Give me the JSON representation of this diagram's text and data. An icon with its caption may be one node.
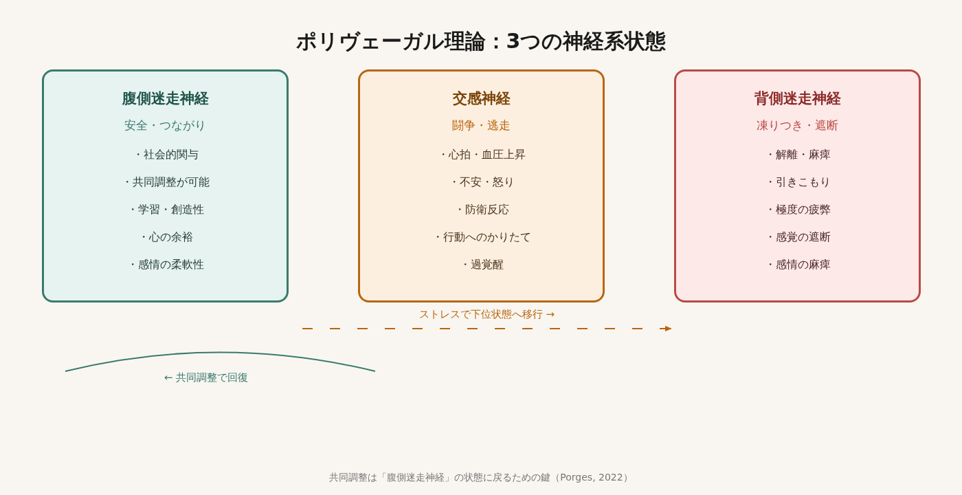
{
  "diagram": {
    "title": "ポリヴェーガル理論：3つの神経系状態",
    "nodes": [
      {
        "text": [
          "腹側迷走神経",
          "安全・つながり",
          "・社会的関与",
          "・共同調整が可能",
          "・学習・創造性",
          "・心の余裕",
          "・感情の柔軟性"
        ]
      },
      {
        "text": [
          "交感神経",
          "闘争・逃走",
          "・心拍・血圧上昇",
          "・不安・怒り",
          "・防衛反応",
          "・行動へのかりたて",
          "・過覚醒"
        ]
      },
      {
        "text": [
          "背側迷走神経",
          "凍りつき・遮断",
          "・解離・麻痺",
          "・引きこもり",
          "・極度の疲弊",
          "・感覚の遮断",
          "・感情の麻痺"
        ]
      }
    ],
    "edges": [
      {
        "from": 0,
        "to": 2,
        "arrow": "to",
        "label": "ストレスで下位状態へ移行 →",
        "style": "dashed",
        "color": "#b8660f"
      }
    ],
    "labels": [
      "← 共同調整で回復"
    ],
    "caption": "共同調整は「腹側迷走神経」の状態に戻るための鍵（Porges, 2022）"
  }
}
